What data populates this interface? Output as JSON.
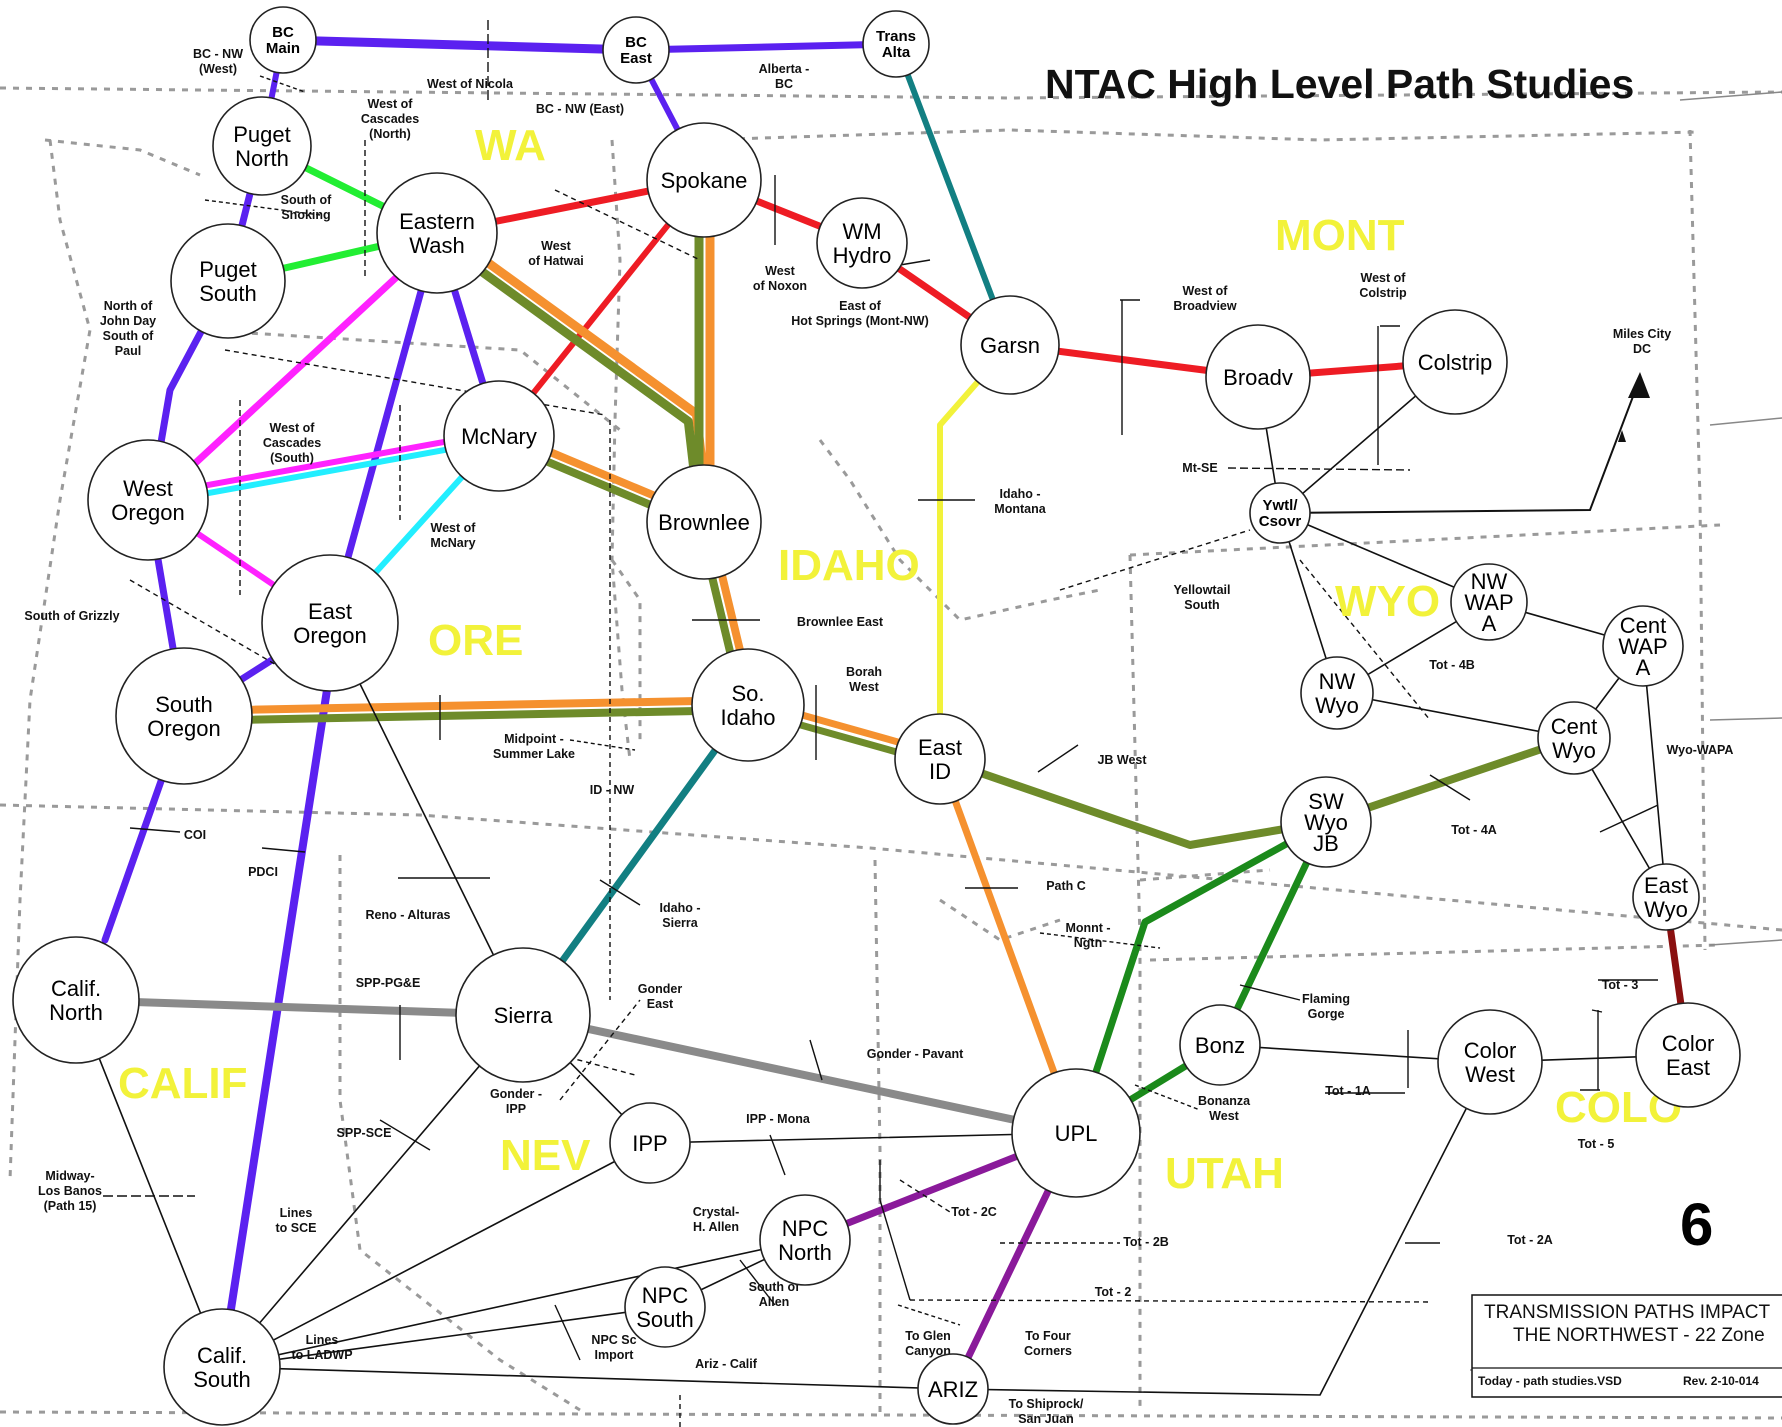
{
  "title": "NTAC High Level Path Studies",
  "page_number": "6",
  "colors": {
    "bc": "#5b21f0",
    "red": "#ee1c24",
    "green": "#22ee33",
    "magenta": "#ff22ff",
    "cyan": "#22eeff",
    "orange": "#f5912f",
    "olive": "#6e8b2a",
    "teal": "#127f82",
    "yellow": "#f2f23a",
    "gray": "#8a8a8a",
    "darkgreen": "#1b8a1b",
    "purple": "#8a1a9a",
    "darkred": "#8a1010",
    "black": "#111111"
  },
  "regions": {
    "wa": "WA",
    "ore": "ORE",
    "idaho": "IDAHO",
    "mont": "MONT",
    "wyo": "WYO",
    "calif": "CALIF",
    "nev": "NEV",
    "utah": "UTAH",
    "colo": "COLO"
  },
  "nodes": {
    "bc_main": [
      "BC",
      "Main"
    ],
    "bc_east": [
      "BC",
      "East"
    ],
    "trans_alta": [
      "Trans",
      "Alta"
    ],
    "puget_north": [
      "Puget",
      "North"
    ],
    "puget_south": [
      "Puget",
      "South"
    ],
    "eastern_wash": [
      "Eastern",
      "Wash"
    ],
    "spokane": [
      "Spokane"
    ],
    "wm_hydro": [
      "WM",
      "Hydro"
    ],
    "garsn": [
      "Garsn"
    ],
    "broadv": [
      "Broadv"
    ],
    "colstrip": [
      "Colstrip"
    ],
    "mcnary": [
      "McNary"
    ],
    "brownlee": [
      "Brownlee"
    ],
    "west_oregon": [
      "West",
      "Oregon"
    ],
    "east_oregon": [
      "East",
      "Oregon"
    ],
    "south_oregon": [
      "South",
      "Oregon"
    ],
    "so_idaho": [
      "So.",
      "Idaho"
    ],
    "east_id": [
      "East",
      "ID"
    ],
    "ywtl_csovr": [
      "Ywtl/",
      "Csovr"
    ],
    "nw_wap_a": [
      "NW",
      "WAP",
      "A"
    ],
    "nw_wyo": [
      "NW",
      "Wyo"
    ],
    "cent_wap_a": [
      "Cent",
      "WAP",
      "A"
    ],
    "cent_wyo": [
      "Cent",
      "Wyo"
    ],
    "sw_wyo_jb": [
      "SW",
      "Wyo",
      "JB"
    ],
    "east_wyo": [
      "East",
      "Wyo"
    ],
    "calif_north": [
      "Calif.",
      "North"
    ],
    "sierra": [
      "Sierra"
    ],
    "ipp": [
      "IPP"
    ],
    "upl": [
      "UPL"
    ],
    "bonz": [
      "Bonz"
    ],
    "color_west": [
      "Color",
      "West"
    ],
    "color_east": [
      "Color",
      "East"
    ],
    "npc_north": [
      "NPC",
      "North"
    ],
    "npc_south": [
      "NPC",
      "South"
    ],
    "calif_south": [
      "Calif.",
      "South"
    ],
    "ariz": [
      "ARIZ"
    ]
  },
  "path_labels": {
    "bc_nw_west": [
      "BC - NW",
      "(West)"
    ],
    "west_of_nicola": [
      "West of Nicola"
    ],
    "west_of_cascades_north": [
      "West of",
      "Cascades",
      "(North)"
    ],
    "bc_nw_east": [
      "BC - NW (East)"
    ],
    "alberta_bc": [
      "Alberta -",
      "BC"
    ],
    "south_of_snoking": [
      "South of",
      "Snoking"
    ],
    "west_of_hatwai": [
      "West",
      "of Hatwai"
    ],
    "west_of_noxon": [
      "West",
      "of Noxon"
    ],
    "east_of_hot_springs": [
      "East of",
      "Hot Springs (Mont-NW)"
    ],
    "north_of_john_day": [
      "North of",
      "John Day",
      "South of",
      "Paul"
    ],
    "west_of_broadview": [
      "West of",
      "Broadview"
    ],
    "west_of_colstrip": [
      "West of",
      "Colstrip"
    ],
    "miles_city_dc": [
      "Miles City",
      "DC"
    ],
    "west_of_cascades_south": [
      "West of",
      "Cascades",
      "(South)"
    ],
    "mt_se": [
      "Mt-SE"
    ],
    "idaho_montana": [
      "Idaho -",
      "Montana"
    ],
    "west_of_mcnary": [
      "West of",
      "McNary"
    ],
    "yellowtail_south": [
      "Yellowtail",
      "South"
    ],
    "south_of_grizzly": [
      "South of Grizzly"
    ],
    "brownlee_east": [
      "Brownlee East"
    ],
    "tot_4b": [
      "Tot - 4B"
    ],
    "borah_west": [
      "Borah",
      "West"
    ],
    "wyo_wapa": [
      "Wyo-WAPA"
    ],
    "midpoint_summer_lake": [
      "Midpoint -",
      "Summer Lake"
    ],
    "jb_west": [
      "JB West"
    ],
    "id_nw": [
      "ID - NW"
    ],
    "coi": [
      "COI"
    ],
    "pdci": [
      "PDCI"
    ],
    "tot_4a": [
      "Tot - 4A"
    ],
    "path_c": [
      "Path C"
    ],
    "idaho_sierra": [
      "Idaho -",
      "Sierra"
    ],
    "reno_alturas": [
      "Reno - Alturas"
    ],
    "monnt_ngtn": [
      "Monnt -",
      "Ngtn"
    ],
    "spp_pge": [
      "SPP-PG&E"
    ],
    "gonder_east": [
      "Gonder",
      "East"
    ],
    "flaming_gorge": [
      "Flaming",
      "Gorge"
    ],
    "tot_3": [
      "Tot - 3"
    ],
    "gonder_pavant": [
      "Gonder - Pavant"
    ],
    "gonder_ipp": [
      "Gonder -",
      "IPP"
    ],
    "tot_1a": [
      "Tot - 1A"
    ],
    "bonanza_west": [
      "Bonanza",
      "West"
    ],
    "spp_sce": [
      "SPP-SCE"
    ],
    "ipp_mona": [
      "IPP - Mona"
    ],
    "tot_5": [
      "Tot - 5"
    ],
    "midway_los_banos": [
      "Midway-",
      "Los Banos",
      "(Path 15)"
    ],
    "lines_to_sce": [
      "Lines",
      "to SCE"
    ],
    "crystal_h_allen": [
      "Crystal-",
      "H. Allen"
    ],
    "tot_2c": [
      "Tot - 2C"
    ],
    "tot_2b": [
      "Tot - 2B"
    ],
    "tot_2a": [
      "Tot - 2A"
    ],
    "south_of_allen": [
      "South of",
      "Allen"
    ],
    "tot_2": [
      "Tot - 2"
    ],
    "lines_to_ladwp": [
      "Lines",
      "to LADWP"
    ],
    "npc_sc_import": [
      "NPC Sc",
      "Import"
    ],
    "ariz_calif": [
      "Ariz - Calif"
    ],
    "to_glen_canyon": [
      "To Glen",
      "Canyon"
    ],
    "to_four_corners": [
      "To Four",
      "Corners"
    ],
    "to_shiprock": [
      "To Shiprock/",
      "San Juan"
    ]
  },
  "footer_box": {
    "line1": "TRANSMISSION PATHS IMPACT",
    "line2": "THE NORTHWEST - 22 Zone",
    "file": "Today - path studies.VSD",
    "rev": "Rev. 2-10-014"
  }
}
